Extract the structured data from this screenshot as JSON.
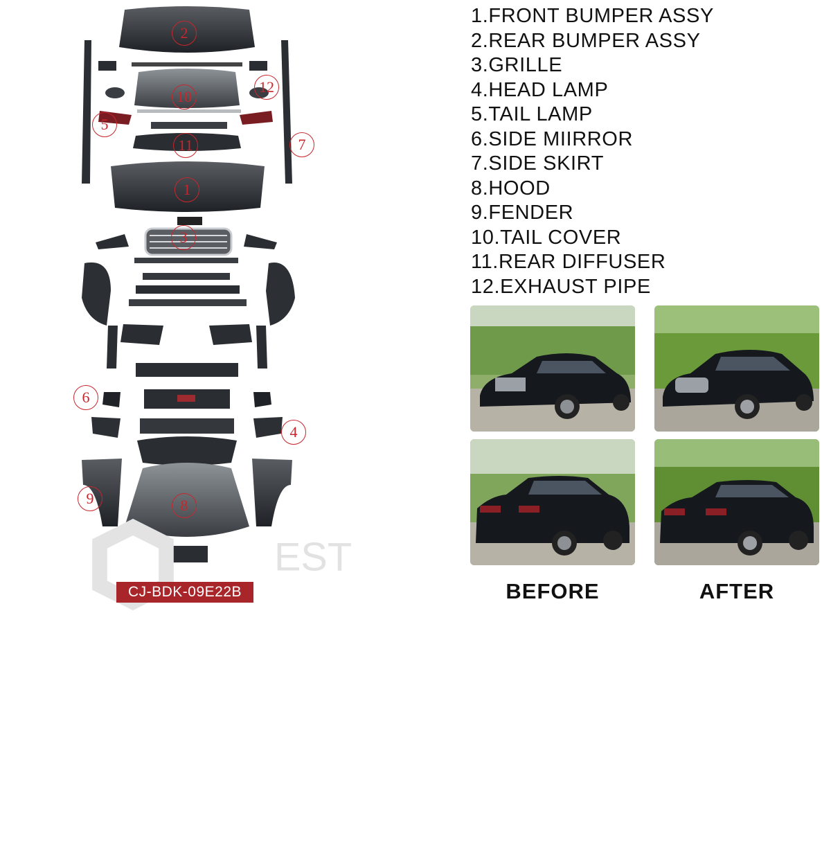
{
  "product_code": "CJ-BDK-09E22B",
  "watermark_text": "EST",
  "parts": [
    "1.FRONT BUMPER ASSY",
    "2.REAR BUMPER ASSY",
    "3.GRILLE",
    "4.HEAD LAMP",
    "5.TAIL LAMP",
    "6.SIDE MIIRROR",
    "7.SIDE SKIRT",
    "8.HOOD",
    "9.FENDER",
    "10.TAIL COVER",
    "11.REAR DIFFUSER",
    "12.EXHAUST PIPE"
  ],
  "callouts": {
    "c1": "1",
    "c2": "2",
    "c3": "3",
    "c4": "4",
    "c5": "5",
    "c6": "6",
    "c7": "7",
    "c8": "8",
    "c9": "9",
    "c10": "10",
    "c11": "11",
    "c12": "12"
  },
  "captions": {
    "before": "BEFORE",
    "after": "AFTER"
  },
  "colors": {
    "callout": "#c8262c",
    "badge": "#a8262a",
    "car_body": "#15181c"
  }
}
